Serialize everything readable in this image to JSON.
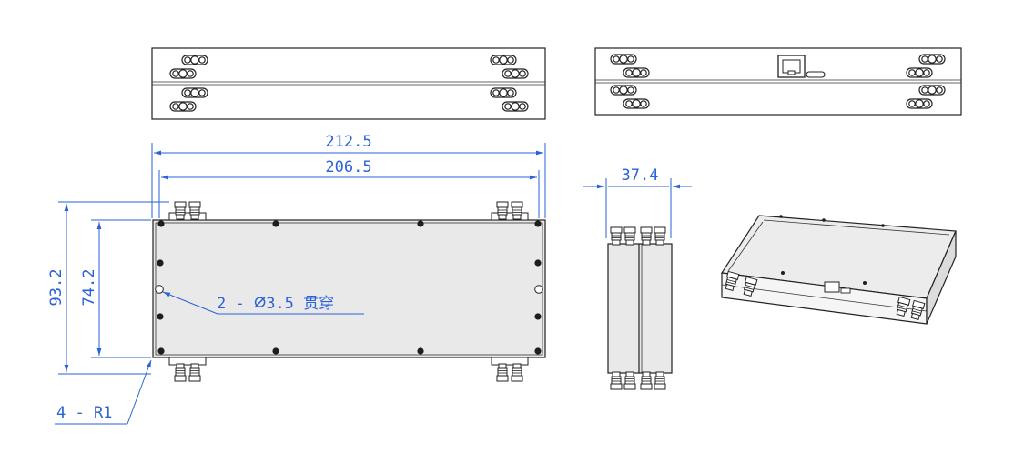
{
  "colors": {
    "dimension": "#2a62d8",
    "line": "#222222",
    "body_fill": "#e9e9e9"
  },
  "dimensions": {
    "overall_length": "212.5",
    "mount_length": "206.5",
    "overall_height": "93.2",
    "mount_height": "74.2",
    "depth": "37.4"
  },
  "annotations": {
    "hole_prefix": "2 - ",
    "hole_symbol": "⌀",
    "hole_value": "3.5 贯穿",
    "radius": "4 - R1"
  }
}
